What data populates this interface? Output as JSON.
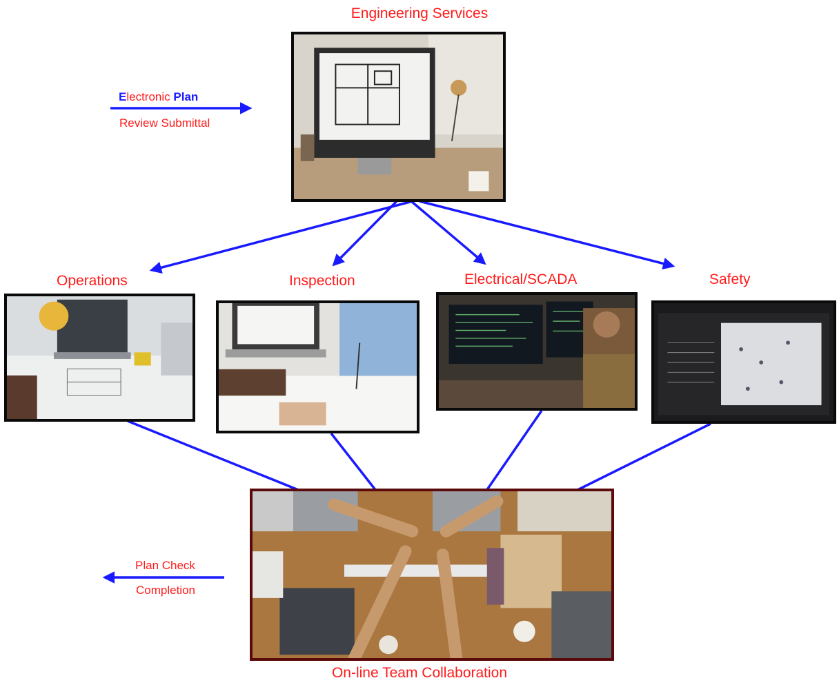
{
  "title": "Engineering Services",
  "inbound": {
    "word1_initial": "E",
    "word1_rest": "lectronic",
    "word2": "Plan",
    "line2": "Review Submittal"
  },
  "outbound": {
    "line1": "Plan Check",
    "line2": "Completion"
  },
  "departments": [
    {
      "label": "Operations"
    },
    {
      "label": "Inspection"
    },
    {
      "label": "Electrical/SCADA"
    },
    {
      "label": "Safety"
    }
  ],
  "collaboration": {
    "label": "On-line Team Collaboration"
  },
  "colors": {
    "label_red": "#ff1a1a",
    "arrow_blue": "#1a1aff",
    "frame_black": "#0a0a0a",
    "frame_dark_red": "#5a0a0a"
  }
}
